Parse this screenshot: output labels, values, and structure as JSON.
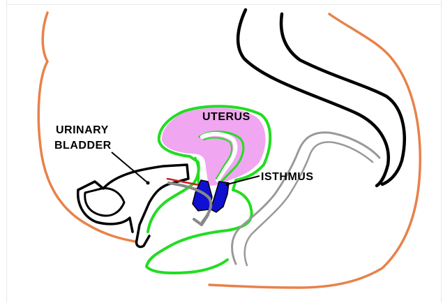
{
  "labels": {
    "uterus": "UTERUS",
    "urinary_bladder_line1": "URINARY",
    "urinary_bladder_line2": "BLADDER",
    "isthmus": "ISTHMUS"
  },
  "colors": {
    "body_outline": "#e8824a",
    "rectum": "#000000",
    "uterus_fill": "#f0a6f0",
    "pelvic_floor": "#22dd22",
    "isthmus_blue": "#1010d0",
    "ligament_red": "#cc2222",
    "vagina_gray": "#999999",
    "arrow_gray": "#888888"
  }
}
